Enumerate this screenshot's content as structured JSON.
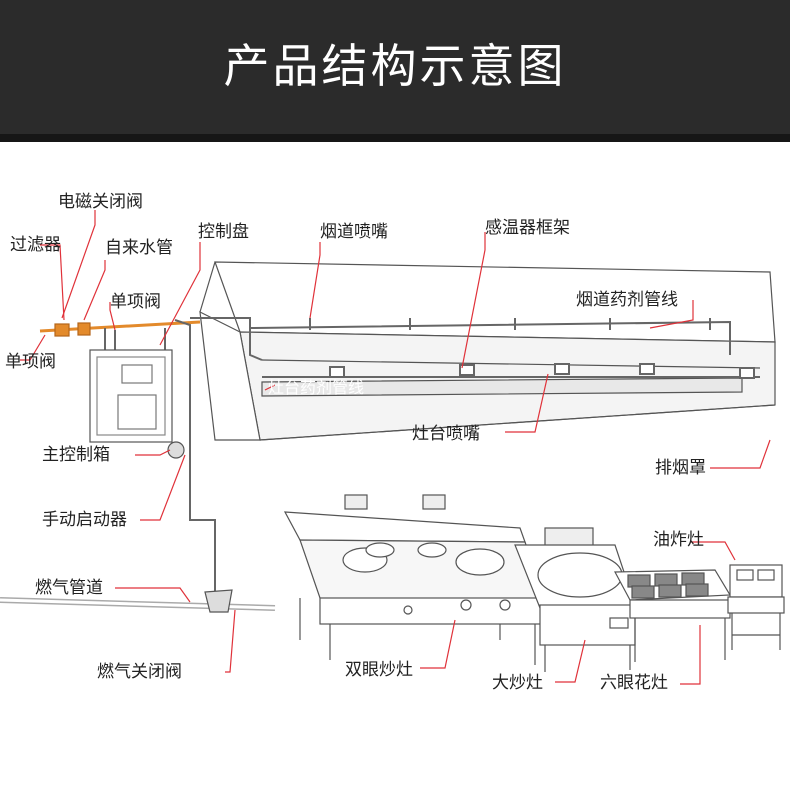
{
  "header": {
    "title": "产品结构示意图"
  },
  "labels": {
    "solenoid_valve": "电磁关闭阀",
    "filter": "过滤器",
    "tap_water_pipe": "自来水管",
    "control_panel": "控制盘",
    "flue_nozzle": "烟道喷嘴",
    "temp_sensor_frame": "感温器框架",
    "single_valve_top": "单项阀",
    "flue_agent_pipeline": "烟道药剂管线",
    "single_valve_left": "单项阀",
    "stove_agent_pipeline": "灶台药剂管线",
    "stove_nozzle": "灶台喷嘴",
    "main_control_box": "主控制箱",
    "exhaust_hood": "排烟罩",
    "manual_starter": "手动启动器",
    "fryer": "油炸灶",
    "gas_pipeline": "燃气管道",
    "gas_shutoff_valve": "燃气关闭阀",
    "double_wok_stove": "双眼炒灶",
    "big_wok_stove": "大炒灶",
    "six_burner_stove": "六眼花灶"
  },
  "colors": {
    "header_bg": "#2b2b2b",
    "leader_line": "#e0323a",
    "pipe_orange": "#e38a2b",
    "line_art": "#555555"
  }
}
